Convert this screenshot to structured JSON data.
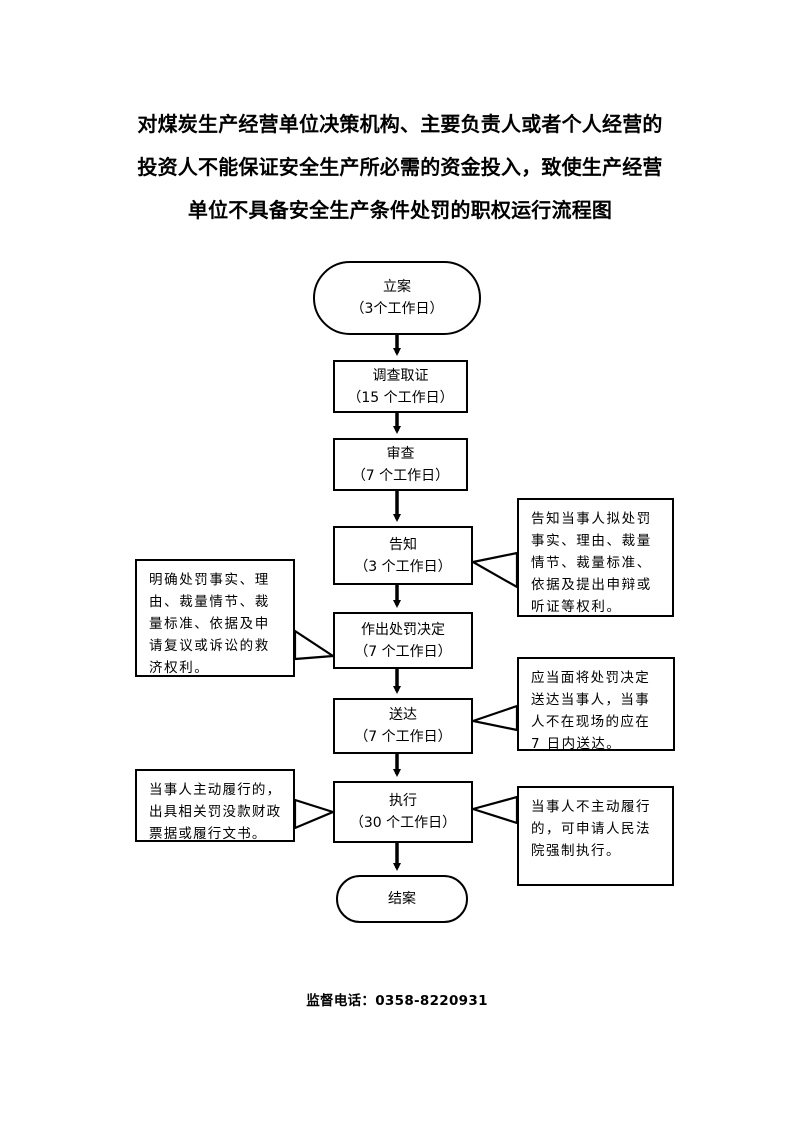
{
  "title": {
    "line1": "对煤炭生产经营单位决策机构、主要负责人或者个人经营的",
    "line2": "投资人不能保证安全生产所必需的资金投入，致使生产经营",
    "line3": "单位不具备安全生产条件处罚的职权运行流程图"
  },
  "flow": {
    "register": {
      "label": "立案",
      "duration": "（3个工作日）"
    },
    "investigate": {
      "label": "调查取证",
      "duration": "（15 个工作日）"
    },
    "review": {
      "label": "审查",
      "duration": "（7 个工作日）"
    },
    "notify": {
      "label": "告知",
      "duration": "（3 个工作日）"
    },
    "decide": {
      "label": "作出处罚决定",
      "duration": "（7 个工作日）"
    },
    "deliver": {
      "label": "送达",
      "duration": "（7 个工作日）"
    },
    "execute": {
      "label": "执行",
      "duration": "（30 个工作日）"
    },
    "close": {
      "label": "结案"
    }
  },
  "notes": {
    "notify": "告知当事人拟处罚事实、理由、裁量情节、裁量标准、依据及提出申辩或听证等权利。",
    "decide": "明确处罚事实、理由、裁量情节、裁量标准、依据及申请复议或诉讼的救济权利。",
    "deliver": "应当面将处罚决定送达当事人，当事人不在现场的应在 7 日内送达。",
    "execute_left": "当事人主动履行的，出具相关罚没款财政票据或履行文书。",
    "execute_right": "当事人不主动履行的，可申请人民法院强制执行。"
  },
  "footer": "监督电话：0358-8220931"
}
